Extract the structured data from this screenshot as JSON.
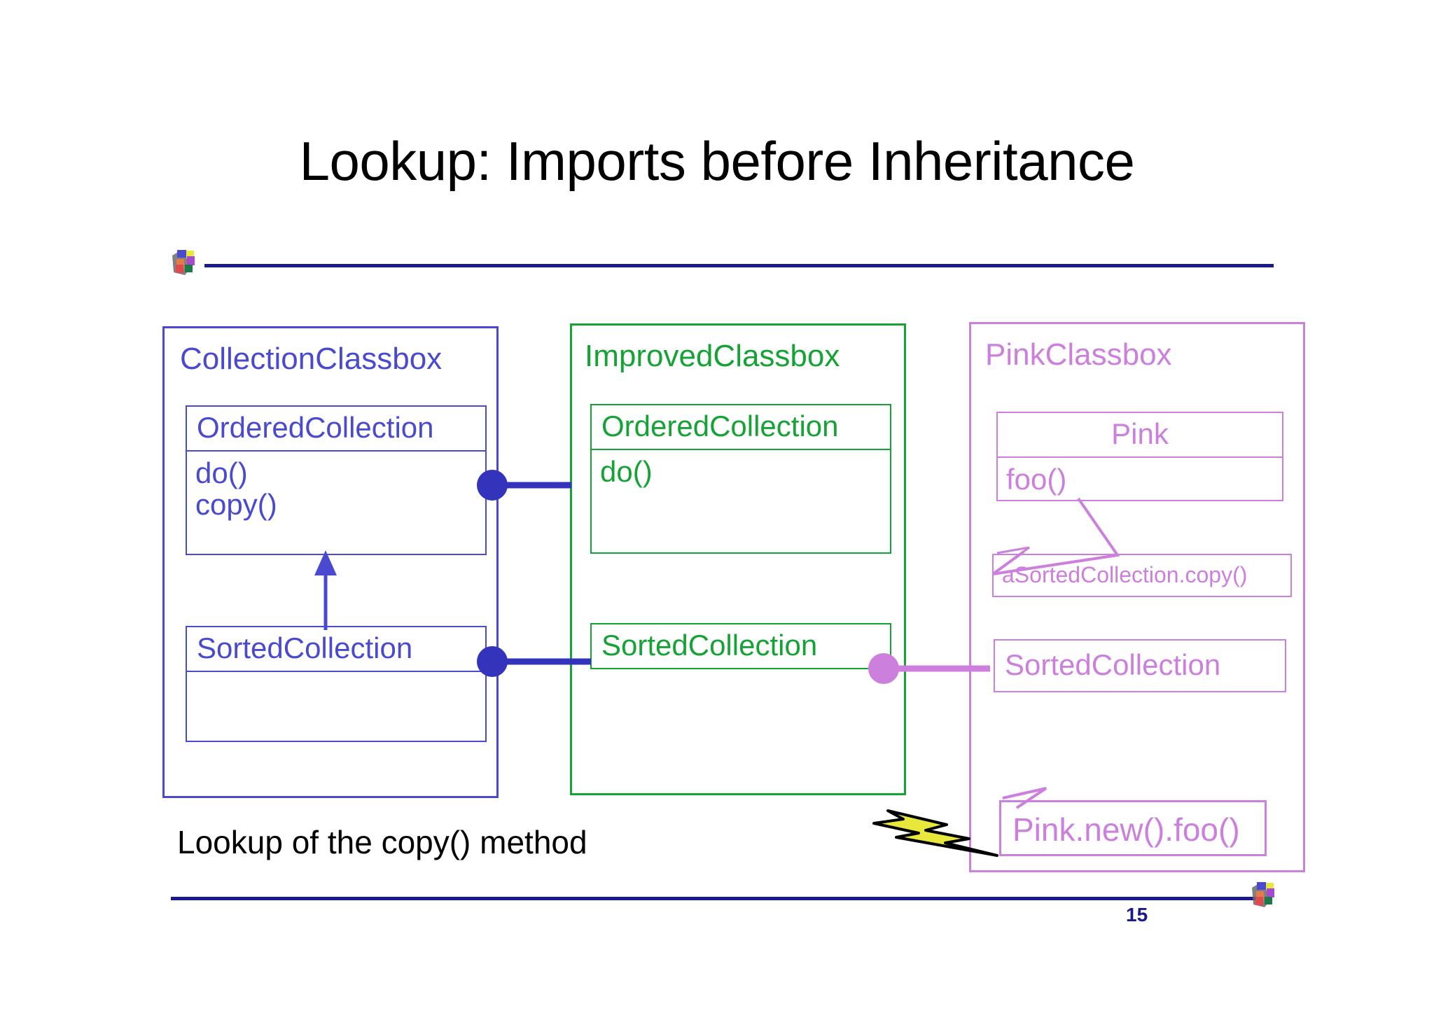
{
  "slide": {
    "title": "Lookup: Imports before Inheritance",
    "caption": "Lookup of the copy() method",
    "page_number": "15",
    "logo_top_name": "presentation-logo-icon",
    "logo_bottom_name": "presentation-logo-icon"
  },
  "colors": {
    "blue": "#4a4ad0",
    "green": "#16a336",
    "pink": "#cc7fdd",
    "rule": "#1a1a8c",
    "bolt_fill": "#e8e83c",
    "bolt_stroke": "#000000",
    "text": "#000000"
  },
  "classboxes": [
    {
      "id": "collection",
      "title": "CollectionClassbox",
      "color": "blue",
      "classes": [
        {
          "name": "OrderedCollection",
          "methods": "do()\ncopy()"
        },
        {
          "name": "SortedCollection",
          "methods": ""
        }
      ]
    },
    {
      "id": "improved",
      "title": "ImprovedClassbox",
      "color": "green",
      "classes": [
        {
          "name": "OrderedCollection",
          "methods": "do()"
        },
        {
          "name": "SortedCollection",
          "methods": ""
        }
      ]
    },
    {
      "id": "pink",
      "title": "PinkClassbox",
      "color": "pink",
      "classes": [
        {
          "name": "Pink",
          "methods": "foo()"
        },
        {
          "name": "SortedCollection",
          "methods": ""
        }
      ]
    }
  ],
  "notes": {
    "sorted_copy": "aSortedCollection.copy()",
    "pink_new_foo": "Pink.new().foo()"
  },
  "connectors": [
    {
      "id": "ordered-import",
      "from": "CollectionClassbox.OrderedCollection",
      "to": "ImprovedClassbox.OrderedCollection",
      "color": "#3333bb"
    },
    {
      "id": "sorted-import",
      "from": "CollectionClassbox.SortedCollection",
      "to": "ImprovedClassbox.SortedCollection",
      "color": "#3333bb"
    },
    {
      "id": "sorted-pink-import",
      "from": "ImprovedClassbox.SortedCollection",
      "to": "PinkClassbox.SortedCollection",
      "color": "#cc7fdd"
    },
    {
      "id": "inheritance-arrow",
      "from": "SortedCollection",
      "to": "OrderedCollection",
      "color": "#4a4ad0"
    }
  ]
}
